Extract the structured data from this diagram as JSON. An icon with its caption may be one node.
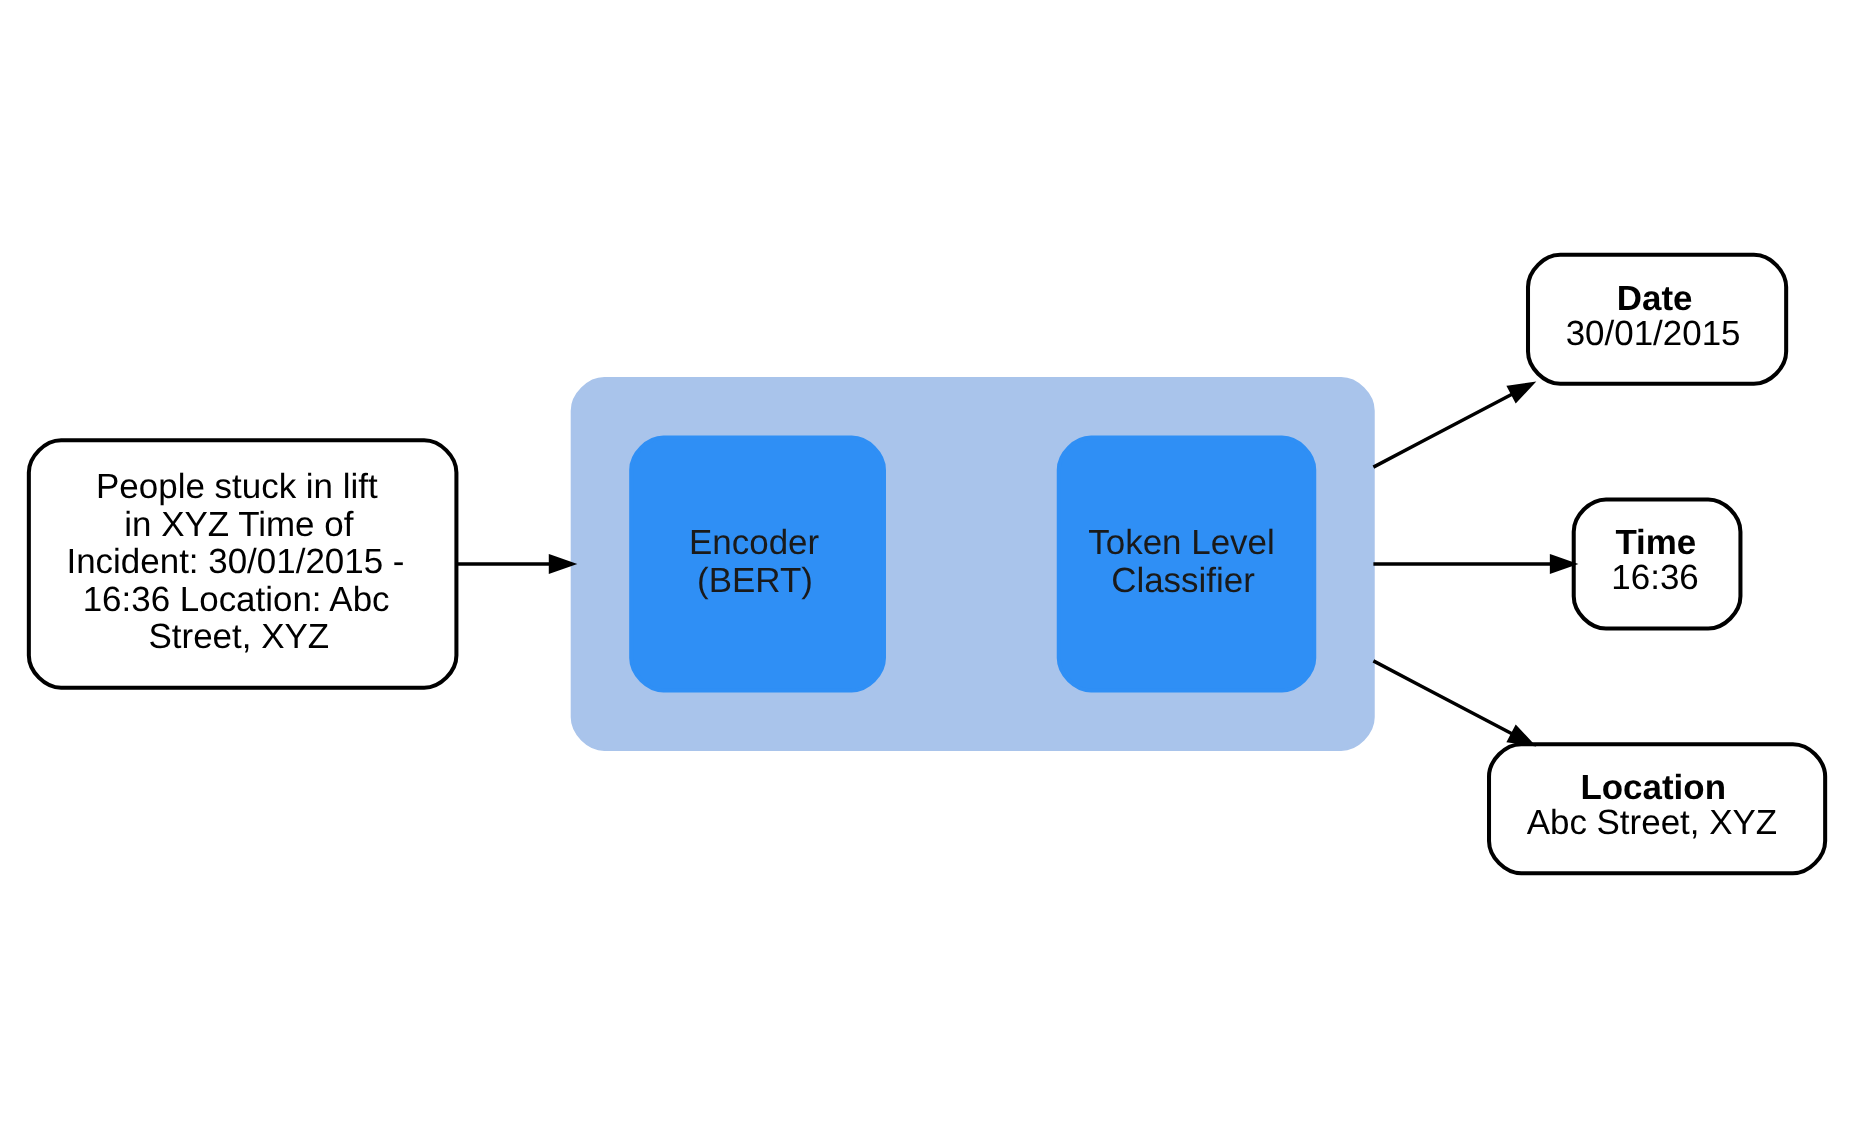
{
  "diagram": {
    "nodes": [
      {
        "text": [
          "People stuck in lift in XYZ Time of Incident: 30/01/2015 - 16:36 Location: Abc Street, XYZ"
        ]
      },
      {
        "text": [],
        "shape": "box"
      },
      {
        "text": [
          "Encoder (BERT)"
        ],
        "in": 1
      },
      {
        "text": [
          "Token Level Classifier"
        ],
        "in": 1
      },
      {
        "text": [
          "Date",
          "30/01/2015"
        ]
      },
      {
        "text": [
          "Time",
          "16:36"
        ]
      },
      {
        "text": [
          "Location",
          "Abc Street, XYZ"
        ]
      }
    ],
    "edges": [
      {
        "from": 0,
        "to": 1,
        "arrow": "to"
      },
      {
        "from": 1,
        "to": 4,
        "arrow": "to"
      },
      {
        "from": 1,
        "to": 5,
        "arrow": "to"
      },
      {
        "from": 1,
        "to": 6,
        "arrow": "to"
      }
    ]
  }
}
